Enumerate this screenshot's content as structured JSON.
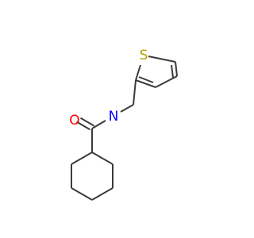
{
  "molecule": {
    "atoms": {
      "oxygen": {
        "symbol": "O",
        "color": "#ff0000"
      },
      "nitrogen": {
        "symbol": "N",
        "color": "#0000ff"
      },
      "sulfur": {
        "symbol": "S",
        "color": "#b2a200"
      }
    },
    "bond_color": "#3b3b3b"
  }
}
